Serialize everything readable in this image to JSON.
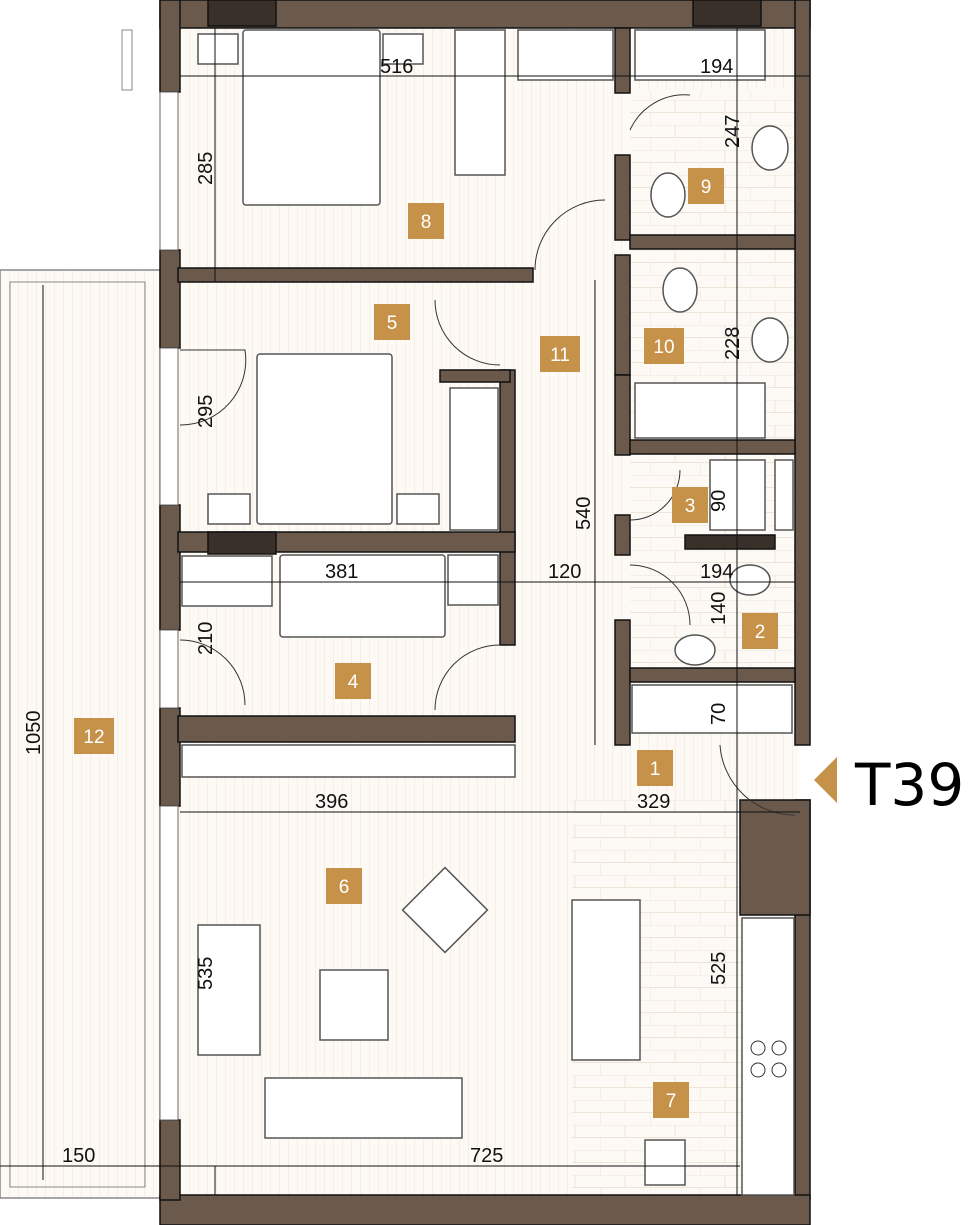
{
  "plan": {
    "title": "T39",
    "colors": {
      "wall": "#6b5a4c",
      "accent": "#c6924a",
      "dark": "#3a302a"
    },
    "rooms": [
      "1",
      "2",
      "3",
      "4",
      "5",
      "6",
      "7",
      "8",
      "9",
      "10",
      "11",
      "12"
    ],
    "dimensions": {
      "d516": "516",
      "d194a": "194",
      "d247": "247",
      "d285": "285",
      "d295": "295",
      "d228": "228",
      "d90": "90",
      "d540": "540",
      "d381": "381",
      "d120": "120",
      "d194b": "194",
      "d140": "140",
      "d210": "210",
      "d70": "70",
      "d396": "396",
      "d329": "329",
      "d1050": "1050",
      "d535": "535",
      "d525": "525",
      "d150": "150",
      "d725": "725"
    }
  }
}
